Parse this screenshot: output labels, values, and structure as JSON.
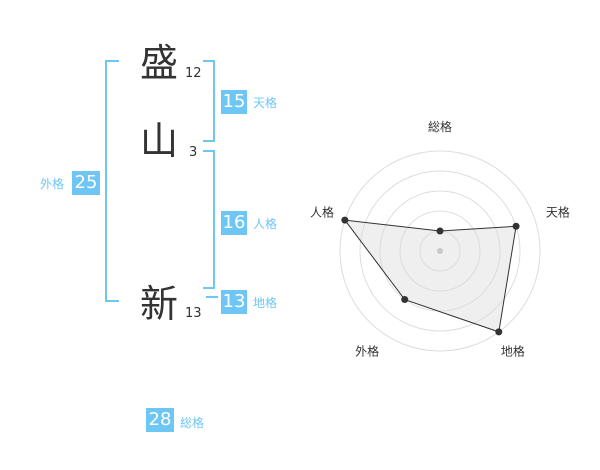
{
  "name": {
    "chars": [
      {
        "char": "盛",
        "strokes": "12"
      },
      {
        "char": "山",
        "strokes": "3"
      },
      {
        "char": "新",
        "strokes": "13"
      }
    ]
  },
  "fortune": {
    "tenkaku": {
      "value": "15",
      "label": "天格"
    },
    "jinkaku": {
      "value": "16",
      "label": "人格"
    },
    "chikaku": {
      "value": "13",
      "label": "地格"
    },
    "gaikaku": {
      "value": "25",
      "label": "外格"
    },
    "soukaku": {
      "value": "28",
      "label": "総格"
    }
  },
  "colors": {
    "accent": "#6ec6f5",
    "text": "#333333",
    "grid": "#dddddd",
    "fill": "#eeeeee"
  },
  "chart_data": {
    "type": "radar",
    "axes": [
      "総格",
      "天格",
      "地格",
      "外格",
      "人格"
    ],
    "values": [
      1,
      4,
      5,
      3,
      5
    ],
    "max": 5,
    "rings": 5
  }
}
